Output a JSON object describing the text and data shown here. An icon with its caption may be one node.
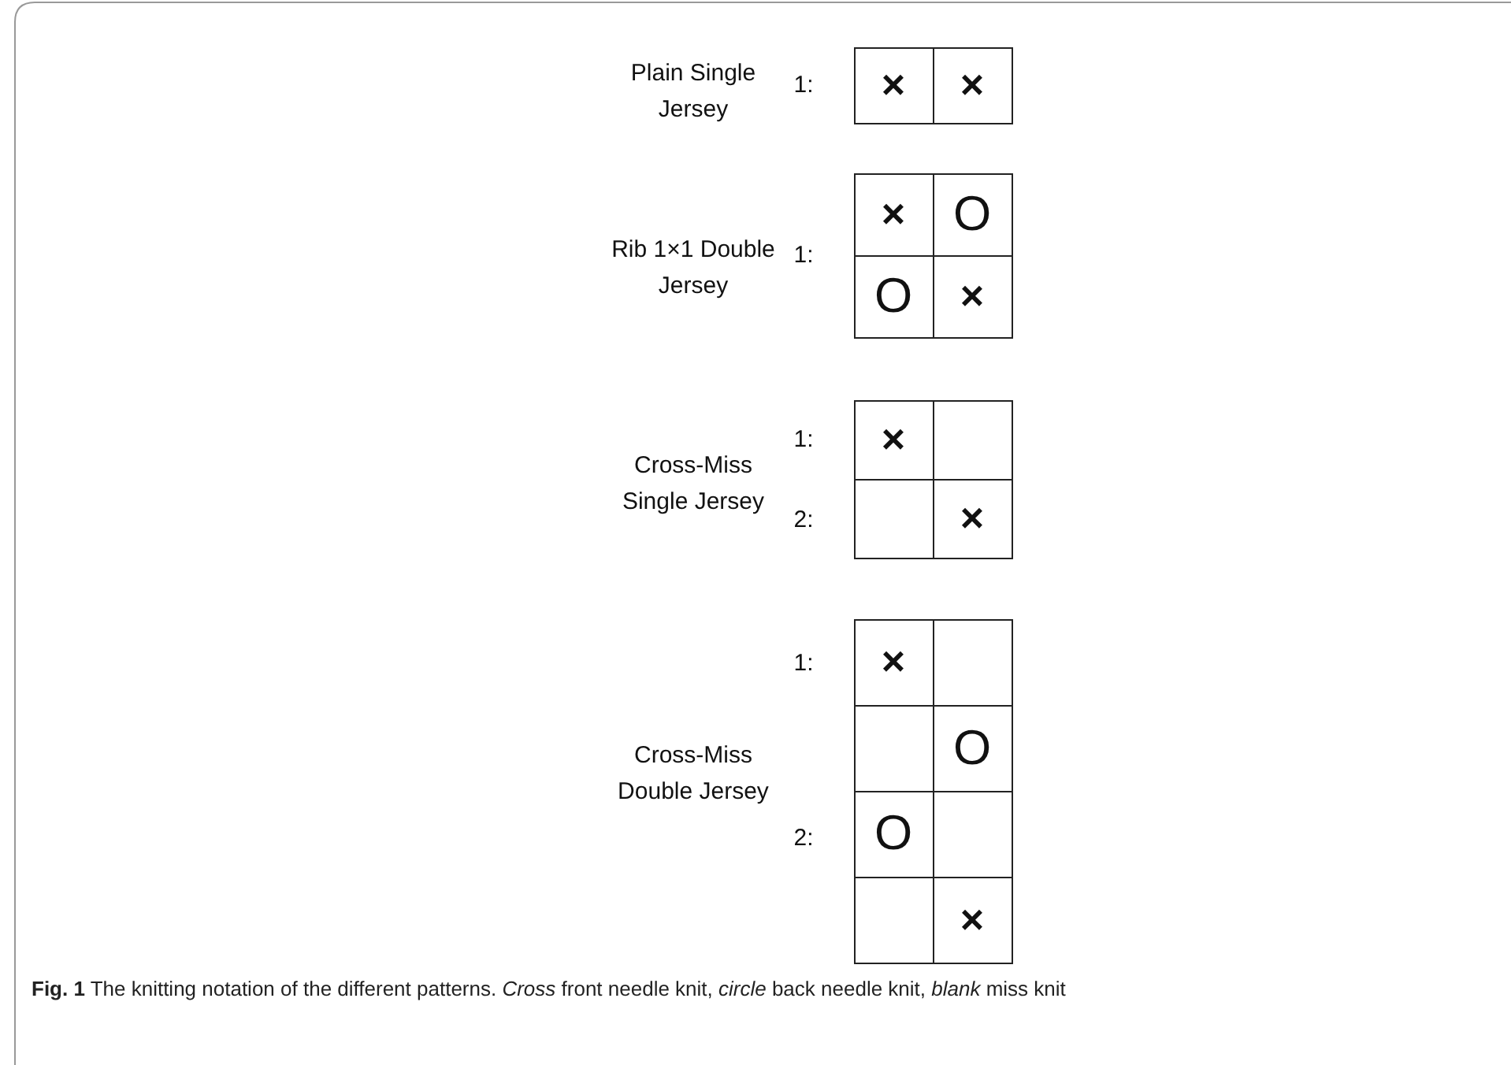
{
  "diagram": {
    "caption": "**Fig. 1** The knitting notation of the different patterns. *Cross* front needle knit, *circle* back needle knit, *blank* miss knit",
    "labels": [
      "Plain Single Jersey",
      "1:",
      "×",
      "×",
      "Rib 1×1 Double Jersey",
      "1:",
      "×",
      "O",
      "O",
      "×",
      "Cross-Miss Single Jersey",
      "1:",
      "×",
      "2:",
      "×",
      "Cross-Miss Double Jersey",
      "1:",
      "×",
      "O",
      "O",
      "2:",
      "×"
    ]
  }
}
